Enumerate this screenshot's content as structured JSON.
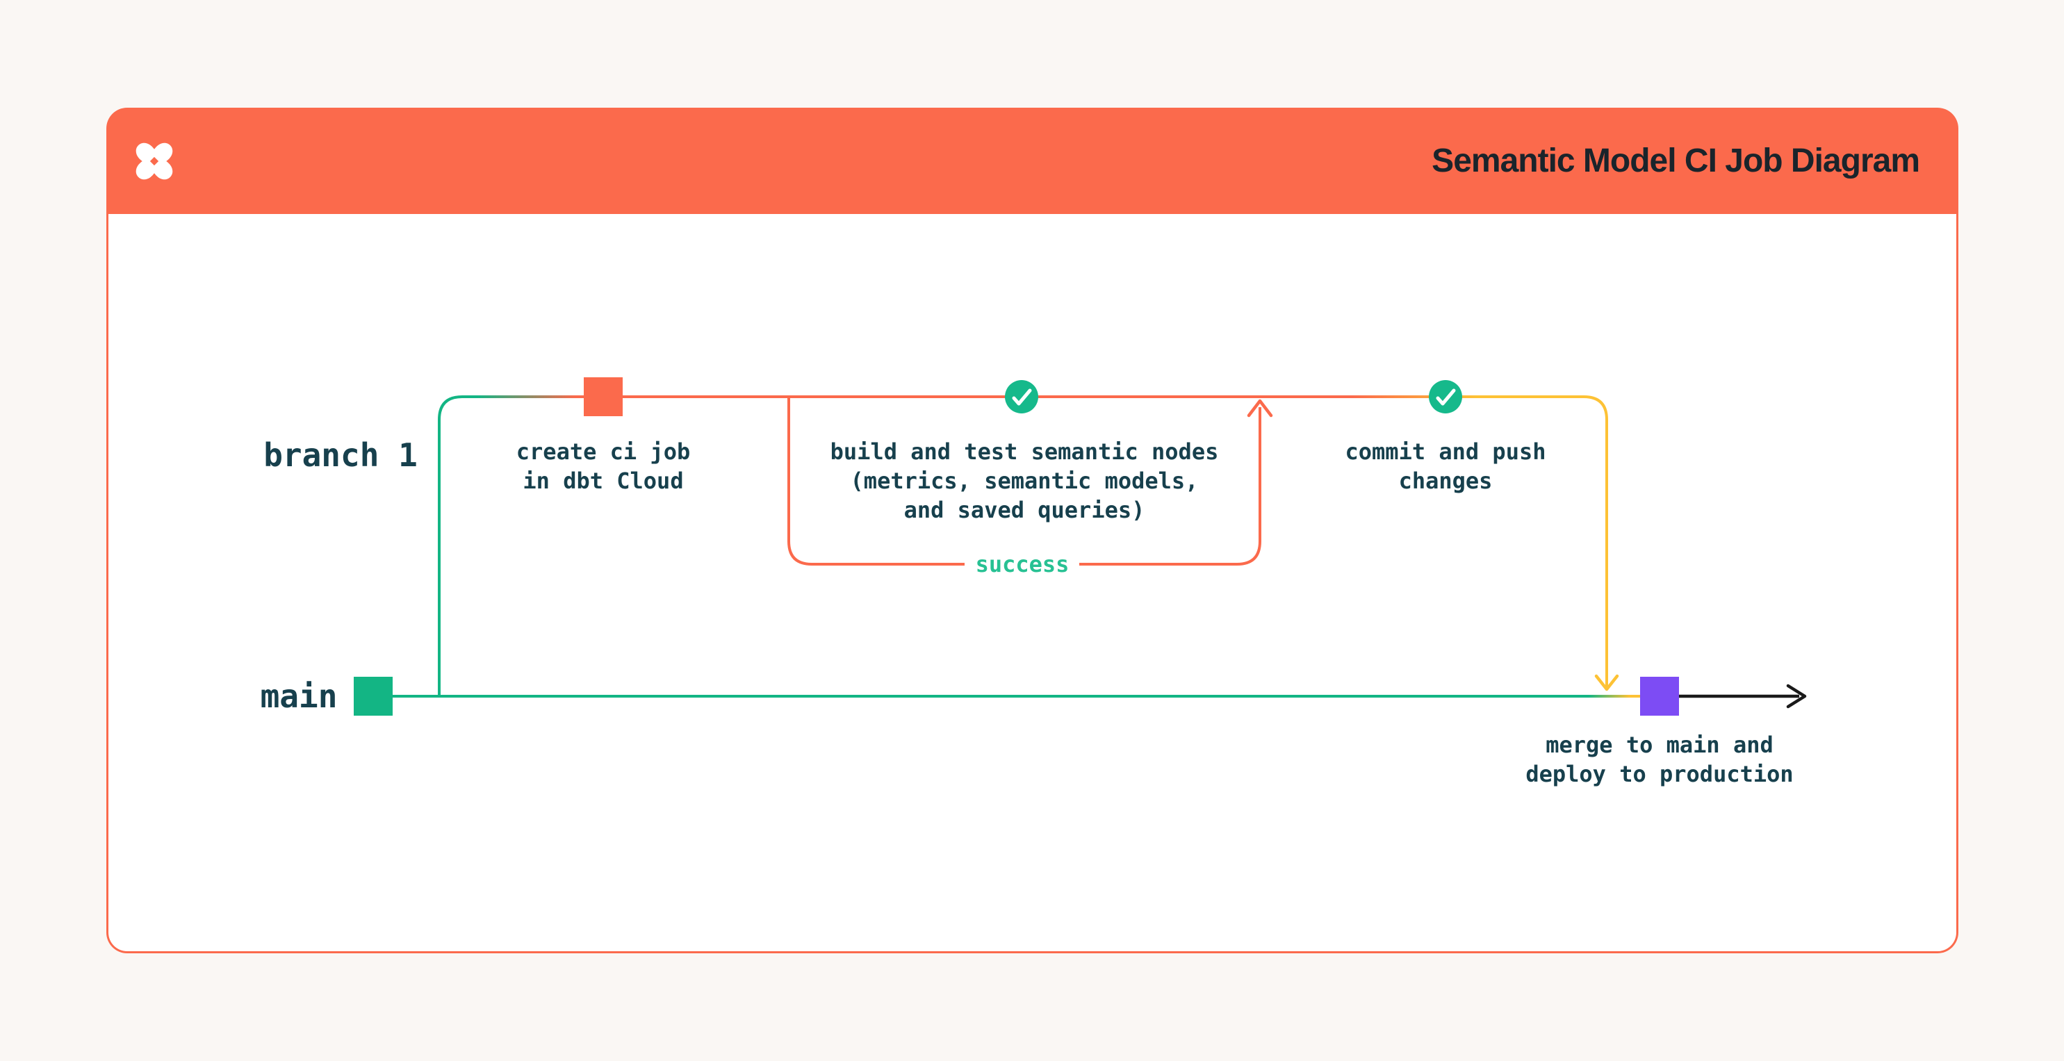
{
  "title": "Semantic Model CI Job Diagram",
  "branches": {
    "feature": "branch 1",
    "main": "main"
  },
  "steps": {
    "create_ci_job": {
      "lines": [
        "create ci job",
        "in dbt Cloud"
      ]
    },
    "build_and_test": {
      "status_icon": "check",
      "lines": [
        "build and test semantic nodes",
        "(metrics, semantic models,",
        "and saved queries)"
      ],
      "success_label": "success"
    },
    "commit_and_push": {
      "status_icon": "check",
      "lines": [
        "commit and push",
        "changes"
      ]
    },
    "merge_and_deploy": {
      "lines": [
        "merge to main and",
        "deploy to production"
      ]
    }
  },
  "icons": {
    "logo": "dbt-logo",
    "status": "check-icon"
  },
  "colors": {
    "page_background": "#FAF7F4",
    "card_background": "#FFFFFF",
    "accent_orange": "#FB6A4C",
    "teal_green": "#13B584",
    "check_green": "#16B98B",
    "success_green": "#27C193",
    "yellow": "#FDC235",
    "purple": "#7D4CF4",
    "arrow_black": "#1A1A1A",
    "label_dark": "#17404D",
    "title_dark": "#1A242B"
  }
}
